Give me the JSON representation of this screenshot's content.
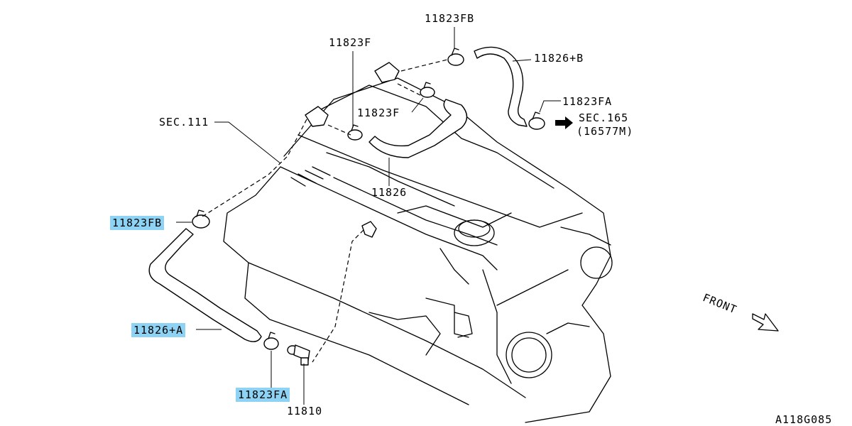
{
  "labels": {
    "p11823FB_top": "11823FB",
    "p11823F_top": "11823F",
    "p11826B": "11826+B",
    "p11823FA_right": "11823FA",
    "sec165": "SEC.165",
    "sec165_sub": "(16577M)",
    "sec111": "SEC.111",
    "p11823F_mid": "11823F",
    "p11826": "11826",
    "p11823FB_left": "11823FB",
    "p11826A": "11826+A",
    "p11823FA_bottom": "11823FA",
    "p11810": "11810",
    "front": "FRONT",
    "figure_code": "A118G085"
  },
  "highlight_color": "#8fd3f4"
}
